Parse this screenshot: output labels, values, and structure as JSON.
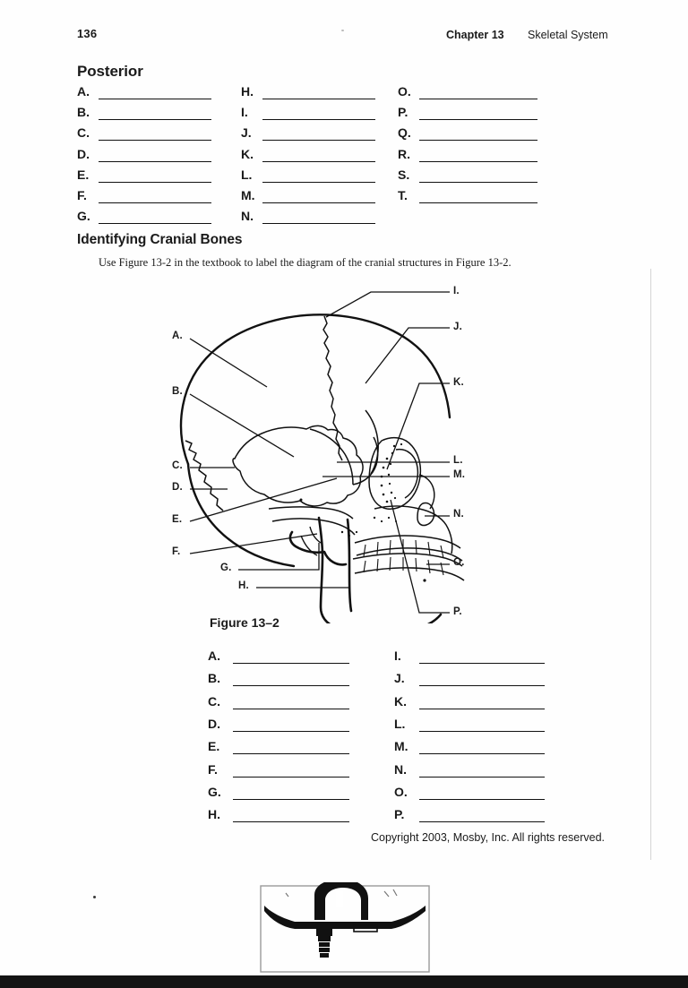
{
  "header": {
    "page_number": "136",
    "chapter": "Chapter 13",
    "chapter_title": "Skeletal System"
  },
  "section_posterior": {
    "heading": "Posterior",
    "columns": [
      {
        "letters": [
          "A.",
          "B.",
          "C.",
          "D.",
          "E.",
          "F.",
          "G."
        ]
      },
      {
        "letters": [
          "H.",
          "I.",
          "J.",
          "K.",
          "L.",
          "M.",
          "N."
        ]
      },
      {
        "letters": [
          "O.",
          "P.",
          "Q.",
          "R.",
          "S.",
          "T."
        ]
      }
    ]
  },
  "section_cranial": {
    "heading": "Identifying Cranial Bones",
    "instruction": "Use Figure 13-2 in the textbook to label the diagram of the cranial structures in Figure 13-2.",
    "figure_caption": "Figure 13–2",
    "figure_labels_left": [
      "A.",
      "B.",
      "C.",
      "D.",
      "E.",
      "F.",
      "G.",
      "H."
    ],
    "figure_labels_right": [
      "I.",
      "J.",
      "K.",
      "L.",
      "M.",
      "N.",
      "O.",
      "P."
    ],
    "answer_columns": [
      {
        "letters": [
          "A.",
          "B.",
          "C.",
          "D.",
          "E.",
          "F.",
          "G.",
          "H."
        ]
      },
      {
        "letters": [
          "I.",
          "J.",
          "K.",
          "L.",
          "M.",
          "N.",
          "O.",
          "P."
        ]
      }
    ]
  },
  "footer": {
    "copyright": "Copyright 2003, Mosby, Inc. All rights reserved."
  },
  "colors": {
    "ink": "#111111",
    "paper": "#fefefe",
    "scan_edge": "#141414"
  }
}
